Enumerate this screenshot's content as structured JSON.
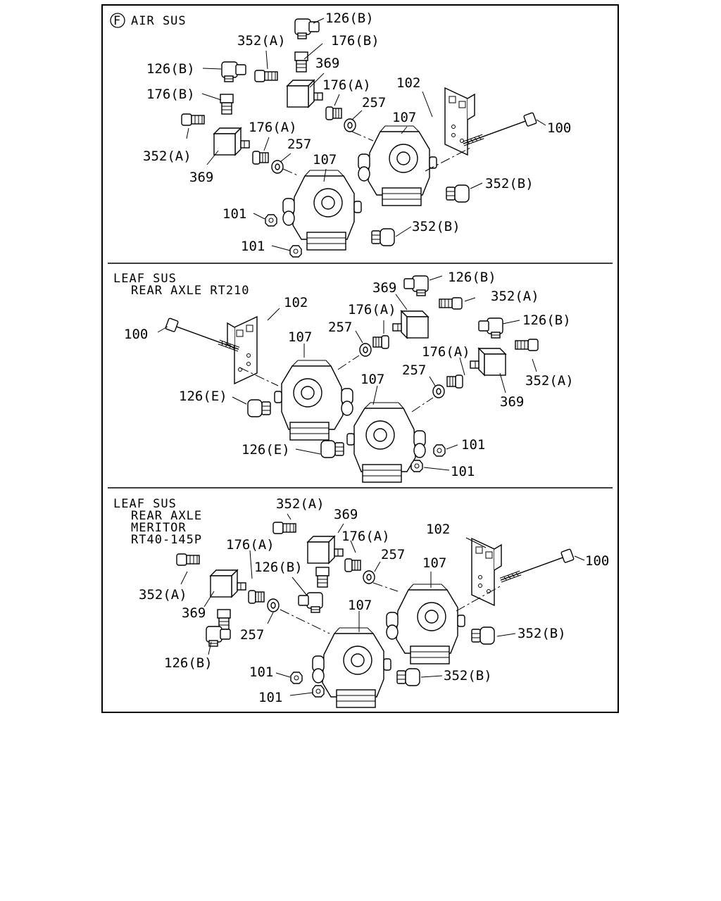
{
  "section_mark": "F",
  "sections": [
    {
      "title_lines": [
        "AIR SUS"
      ]
    },
    {
      "title_lines": [
        "LEAF SUS",
        "REAR AXLE RT210"
      ]
    },
    {
      "title_lines": [
        "LEAF SUS",
        "REAR AXLE",
        "MERITOR",
        "RT40-145P"
      ]
    }
  ],
  "parts": {
    "p100": "100",
    "p101": "101",
    "p102": "102",
    "p107": "107",
    "p126b": "126(B)",
    "p126e": "126(E)",
    "p176a": "176(A)",
    "p176b": "176(B)",
    "p257": "257",
    "p352a": "352(A)",
    "p352b": "352(B)",
    "p369": "369"
  }
}
